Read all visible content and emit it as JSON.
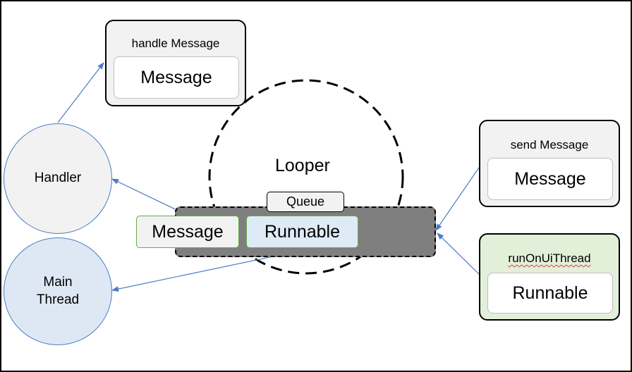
{
  "diagram": {
    "looper": {
      "label": "Looper"
    },
    "queue": {
      "label": "Queue",
      "items": [
        "Message",
        "Runnable"
      ]
    },
    "handle_message": {
      "title": "handle Message",
      "item": "Message"
    },
    "handler": {
      "label": "Handler"
    },
    "main_thread": {
      "label": "Main\nThread"
    },
    "send_message": {
      "title": "send Message",
      "item": "Message"
    },
    "run_on_ui_thread": {
      "title": "runOnUiThread",
      "item": "Runnable"
    }
  },
  "colors": {
    "border": "#000000",
    "box_fill": "#f2f2f2",
    "queue_fill": "#7f7f7f",
    "handler_fill": "#f2f2f2",
    "main_thread_fill": "#dee8f5",
    "run_on_ui_thread_fill": "#e2efd9",
    "runnable_item_fill": "#deebf7",
    "green_outline": "#6aa84f",
    "arrow": "#4a7cc3"
  },
  "icons": {
    "connector_arrowhead": "triangle-arrowhead"
  }
}
